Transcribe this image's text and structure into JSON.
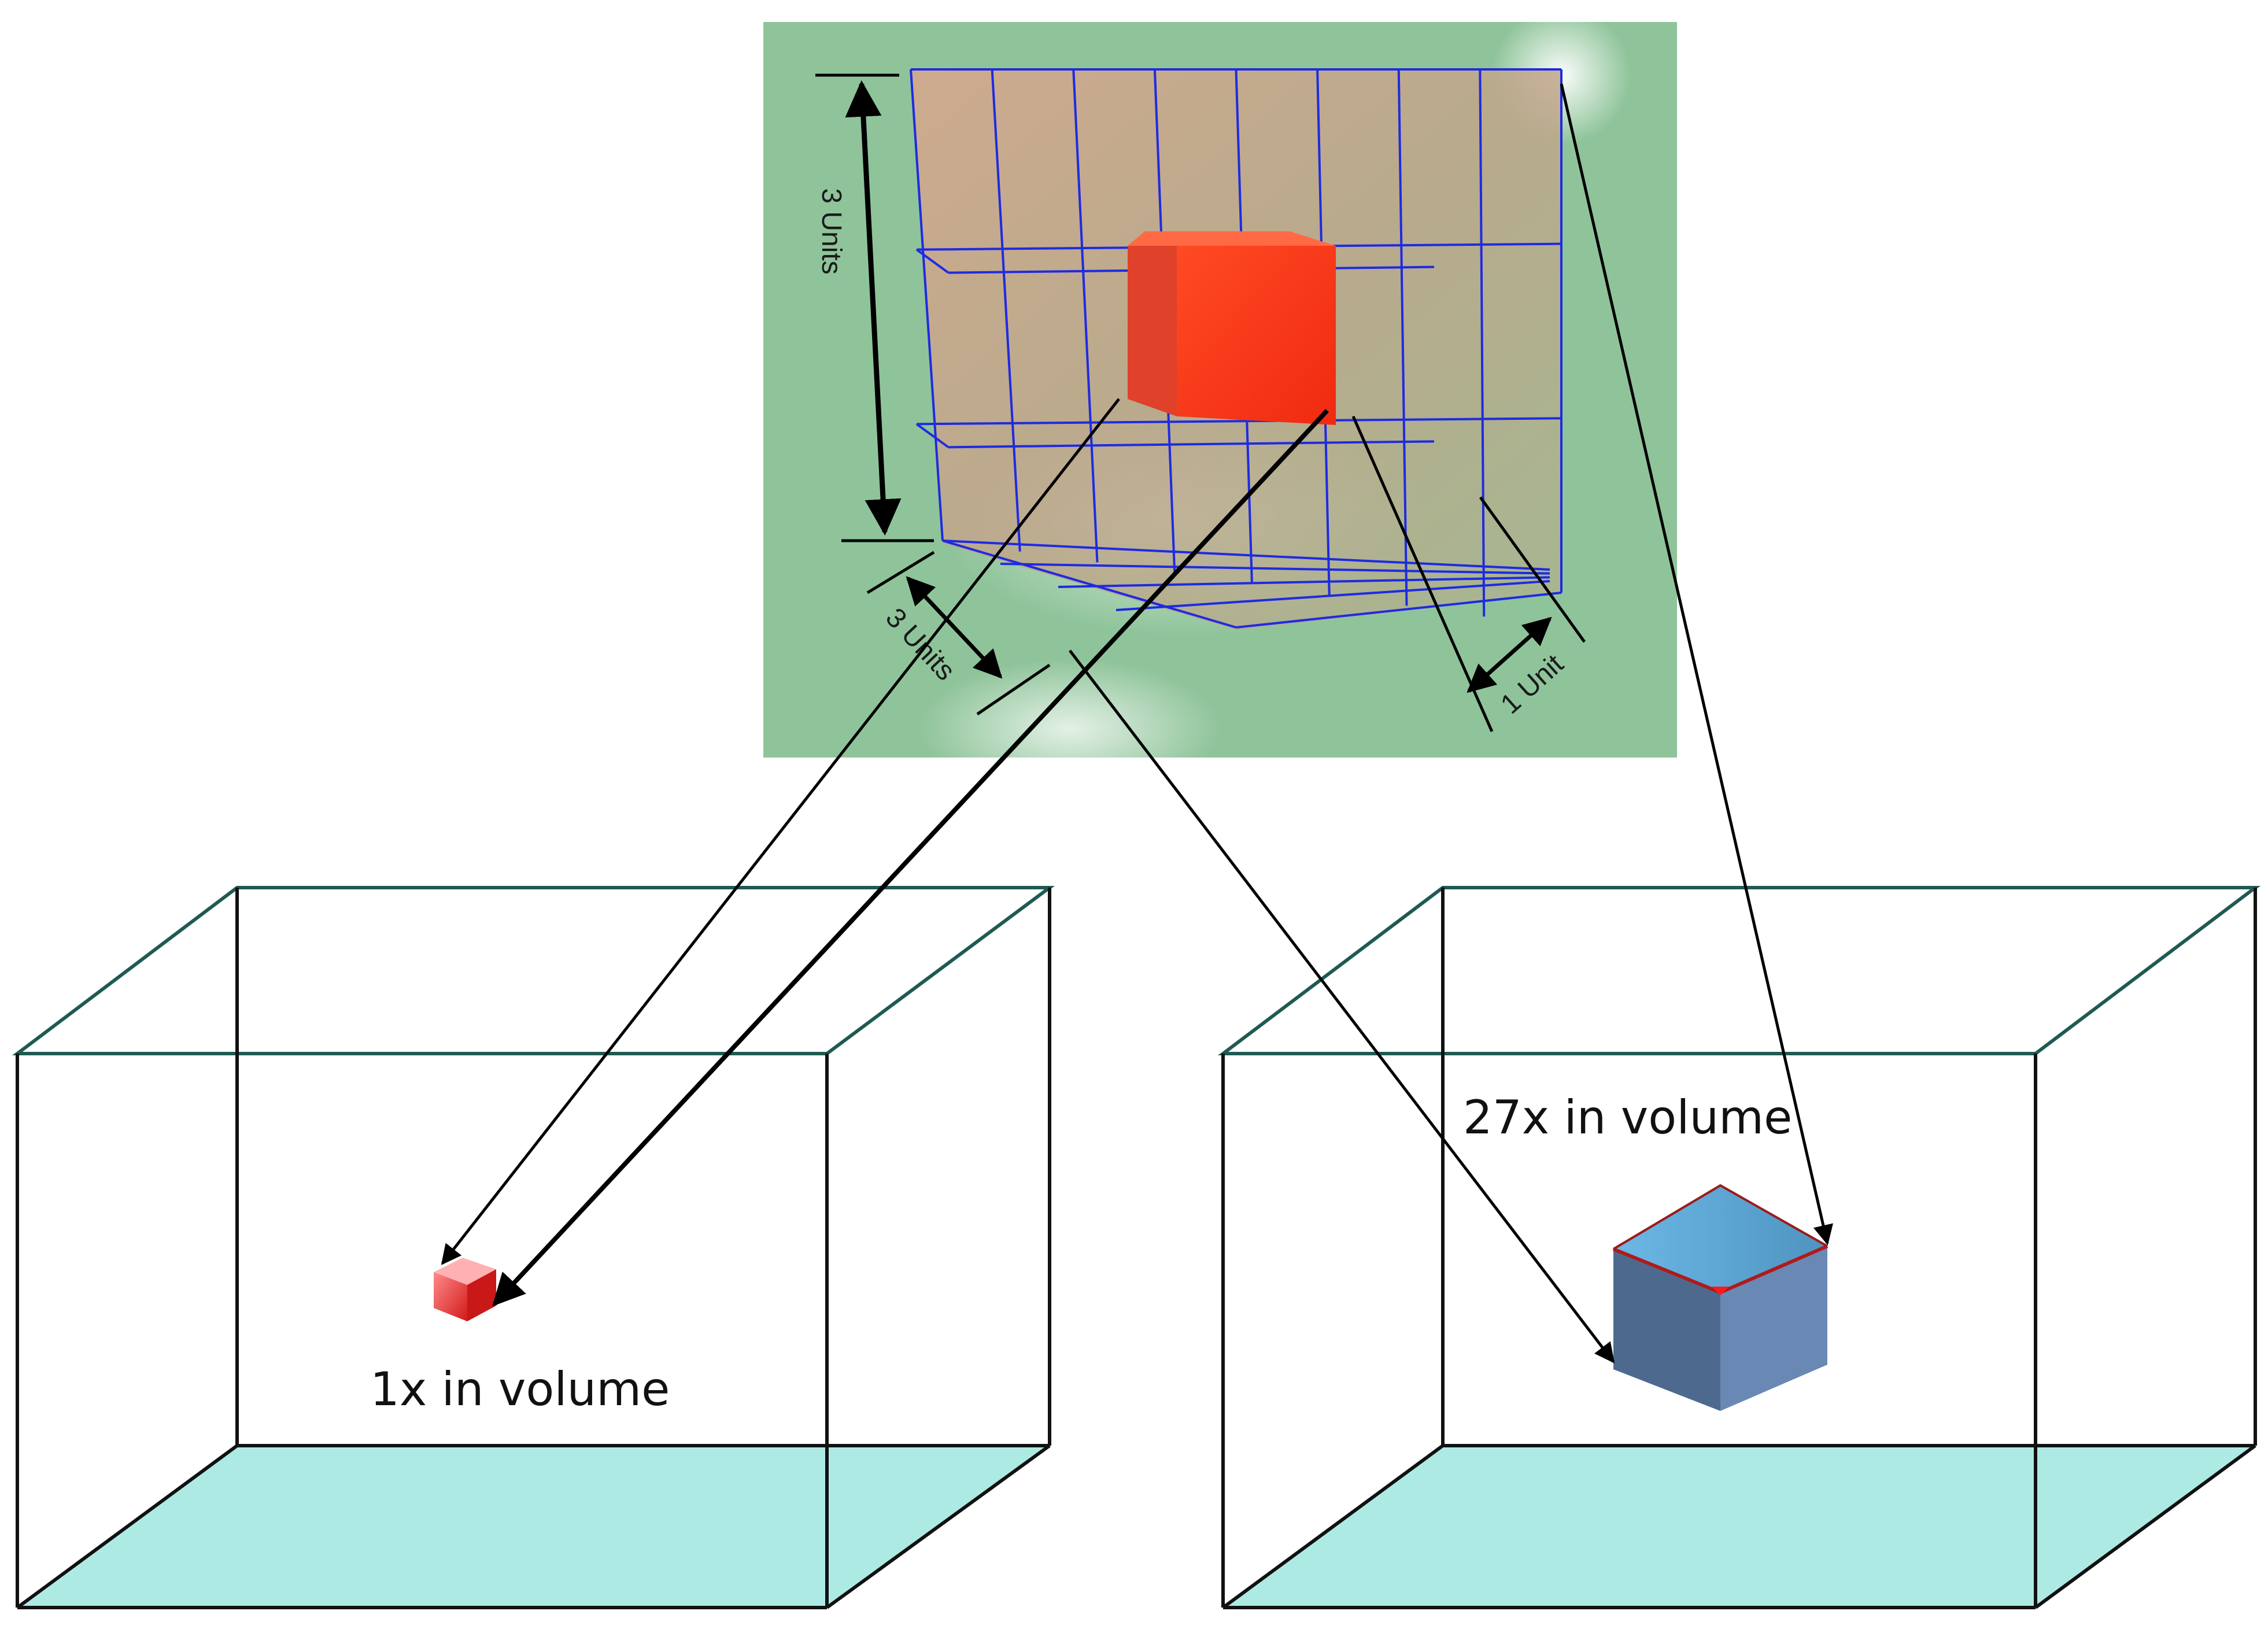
{
  "panel": {
    "dimensions": {
      "height_label": "3 Units",
      "depth_label": "3 Units",
      "cell_label": "1 Unit"
    },
    "grid_divisions": 3
  },
  "left_tank": {
    "caption": "1x in volume"
  },
  "right_tank": {
    "caption": "27x in volume"
  },
  "colors": {
    "panel_bg": "#8fc49a",
    "grid_line": "#1f2be0",
    "small_cube": "#ff3b1a",
    "large_cube": "#6a88b4",
    "tank_edge": "#1f5a52",
    "water": "#aeeae4",
    "arrow": "#000000"
  }
}
